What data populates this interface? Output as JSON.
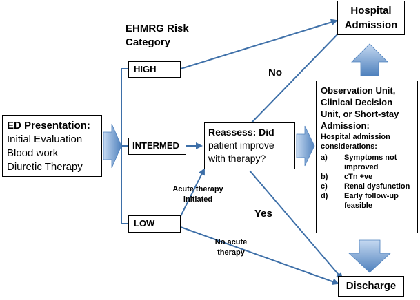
{
  "risk_header": [
    "EHMRG Risk",
    "Category"
  ],
  "ed_presentation": {
    "title": "ED Presentation:",
    "lines": [
      "Initial Evaluation",
      "Blood work",
      "Diuretic Therapy"
    ]
  },
  "categories": {
    "high": "HIGH",
    "intermed": "INTERMED",
    "low": "LOW"
  },
  "reassess": [
    "Reassess:  Did",
    "patient improve",
    "with therapy?"
  ],
  "hospital_admission": [
    "Hospital",
    "Admission"
  ],
  "discharge": "Discharge",
  "observation": {
    "title_lines": [
      "Observation Unit,",
      "Clinical Decision",
      "Unit, or Short-stay",
      "Admission:"
    ],
    "considerations_lines": [
      "Hospital admission",
      "considerations:"
    ],
    "items": [
      {
        "letter": "a)",
        "lines": [
          "Symptoms not",
          "improved"
        ]
      },
      {
        "letter": "b)",
        "lines": [
          "cTn +ve"
        ]
      },
      {
        "letter": "c)",
        "lines": [
          "Renal dysfunction"
        ]
      },
      {
        "letter": "d)",
        "lines": [
          "Early follow-up",
          "feasible"
        ]
      }
    ]
  },
  "edge_labels": {
    "no": "No",
    "yes": "Yes",
    "acute_therapy": [
      "Acute therapy",
      "initiated"
    ],
    "no_acute_therapy": [
      "No acute",
      "therapy"
    ]
  },
  "colors": {
    "arrow_fill": "#4f81bd",
    "arrow_light": "#a9c6ea",
    "connector": "#3d6fa8"
  }
}
